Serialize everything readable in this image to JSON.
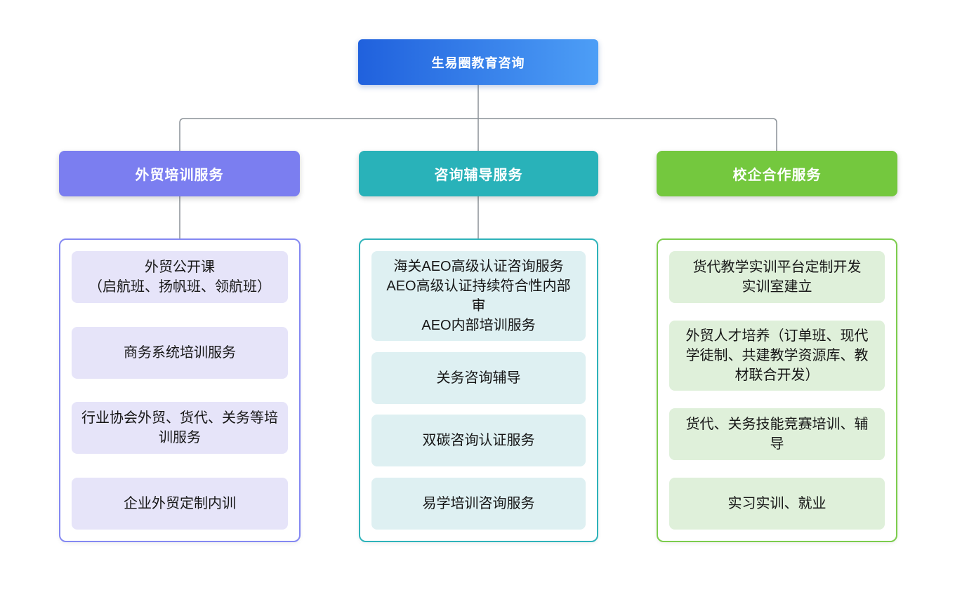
{
  "root": {
    "label": "生易圈教育咨询"
  },
  "branches": [
    {
      "label": "外贸培训服务",
      "items": [
        {
          "text": "外贸公开课\n（启航班、扬帆班、领航班）"
        },
        {
          "text": "商务系统培训服务"
        },
        {
          "text": "行业协会外贸、货代、关务等培训服务"
        },
        {
          "text": "企业外贸定制内训"
        }
      ]
    },
    {
      "label": "咨询辅导服务",
      "items": [
        {
          "text": "海关AEO高级认证咨询服务\nAEO高级认证持续符合性内部审\nAEO内部培训服务"
        },
        {
          "text": "关务咨询辅导"
        },
        {
          "text": "双碳咨询认证服务"
        },
        {
          "text": "易学培训咨询服务"
        }
      ]
    },
    {
      "label": "校企合作服务",
      "items": [
        {
          "text": "货代教学实训平台定制开发\n实训室建立"
        },
        {
          "text": "外贸人才培养（订单班、现代学徒制、共建教学资源库、教材联合开发）"
        },
        {
          "text": "货代、关务技能竞赛培训、辅导"
        },
        {
          "text": "实习实训、就业"
        }
      ]
    }
  ],
  "colors": {
    "root_gradient_start": "#2061dd",
    "root_gradient_end": "#4d9ef6",
    "branch_trade_training": "#7b7ef0",
    "branch_consulting": "#29b2b9",
    "branch_school_enterprise": "#74c83e",
    "border_trade_training": "#8488f2",
    "border_consulting": "#2eb3ba",
    "border_school_enterprise": "#7ccd4d",
    "item_bg_trade_training": "#e6e4f9",
    "item_bg_consulting": "#def0f2",
    "item_bg_school_enterprise": "#dff0da",
    "connector": "#8a9197"
  }
}
